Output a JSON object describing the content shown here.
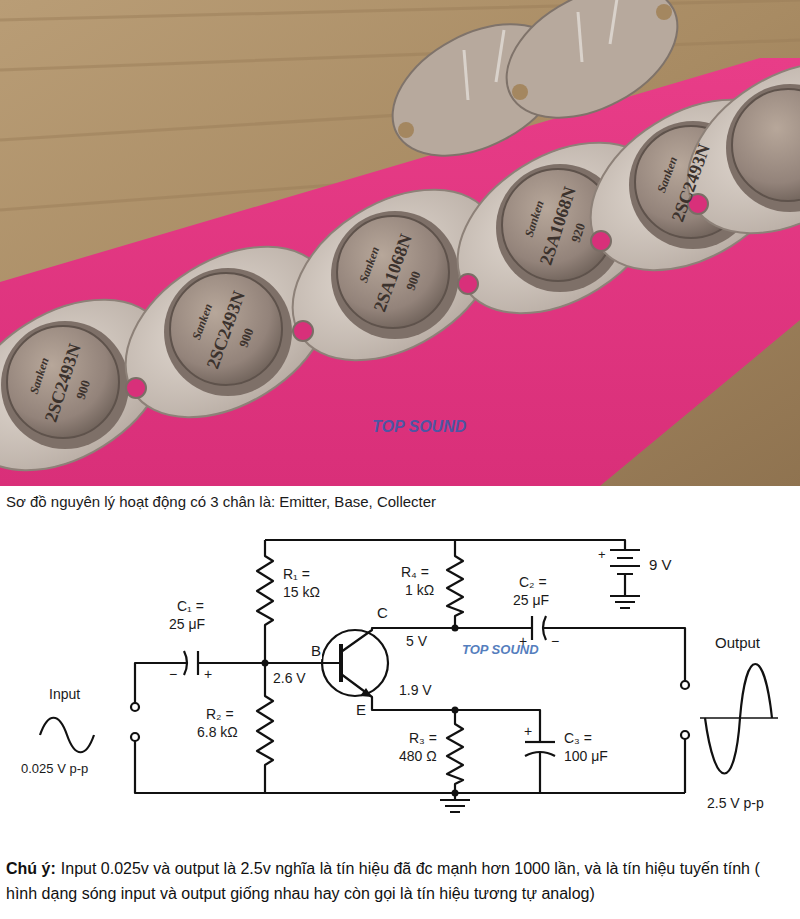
{
  "diagram": {
    "title": "Sơ đồ nguyên lý hoạt động có 3 chân là: Emitter, Base, Collecter",
    "labels": [
      "Sanken",
      "2SC2493N",
      "900",
      "Sanken",
      "2SC2493N",
      "900",
      "Sanken",
      "2SA1068N",
      "900",
      "Sanken",
      "2SA1068N",
      "920",
      "Sanken",
      "2SC2493N",
      "TOP SOUND",
      "R₁ =",
      "15 kΩ",
      "C₁ =",
      "25 μF",
      "−",
      "+",
      "B",
      "2.6 V",
      "C",
      "5 V",
      "1.9 V",
      "E",
      "R₄ =",
      "1 kΩ",
      "C₂ =",
      "25 μF",
      "+",
      "−",
      "+",
      "9 V",
      "R₂ =",
      "6.8 kΩ",
      "R₃ =",
      "480 Ω",
      "C₃ =",
      "100 μF",
      "+",
      "Input",
      "0.025 V p-p",
      "Output",
      "2.5 V p-p",
      "TOP SOUND",
      "Chú ý:",
      "Input 0.025v và output là 2.5v nghĩa là tín hiệu đã đc mạnh hơn 1000 lần, và là tín hiệu tuyến tính ( hình dạng sóng input và output giống nhau hay còn gọi là tín hiệu tương tự analog)"
    ]
  }
}
